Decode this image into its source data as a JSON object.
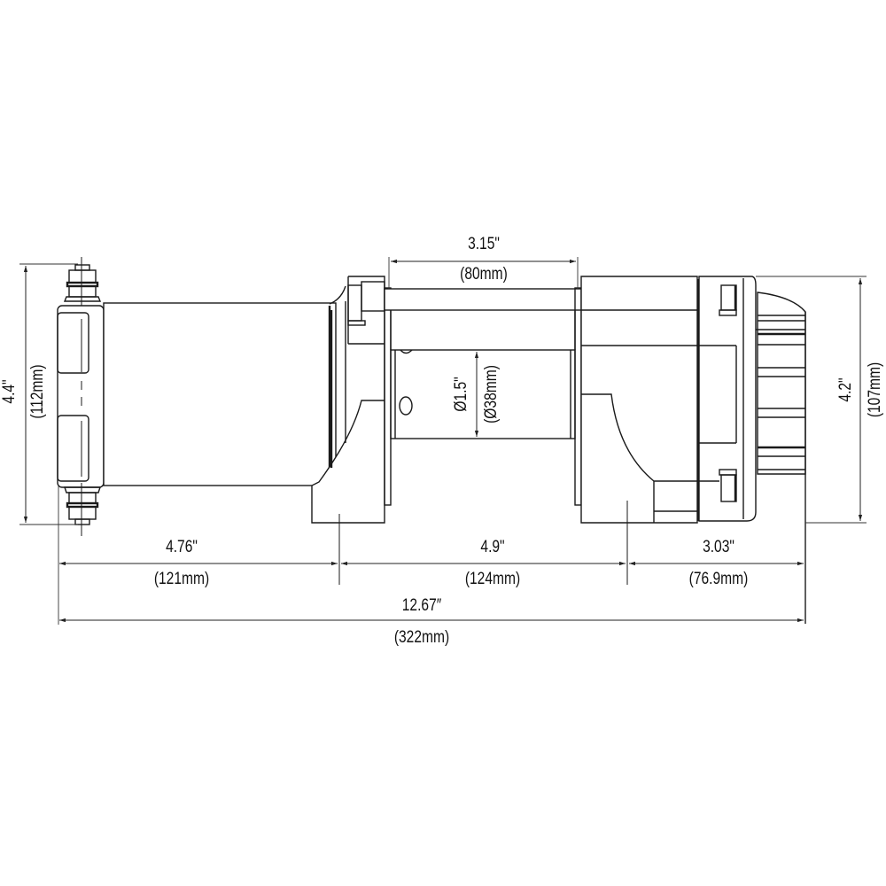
{
  "drawing": {
    "title": "Winch dimension drawing (side view)",
    "components": [
      "motor",
      "drum",
      "gearbox",
      "clutch-knob",
      "mounting-feet",
      "terminals",
      "tie-bar"
    ]
  },
  "dimensions": {
    "tie_bar_length": {
      "imperial": "3.15\"",
      "metric": "(80mm)"
    },
    "drum_diameter": {
      "imperial": "Ø1.5\"",
      "metric": "(Ø38mm)"
    },
    "motor_height": {
      "imperial": "4.4\"",
      "metric": "(112mm)"
    },
    "gearbox_height": {
      "imperial": "4.2\"",
      "metric": "(107mm)"
    },
    "motor_section": {
      "imperial": "4.76\"",
      "metric": "(121mm)"
    },
    "mount_spacing": {
      "imperial": "4.9\"",
      "metric": "(124mm)"
    },
    "gearbox_section": {
      "imperial": "3.03\"",
      "metric": "(76.9mm)"
    },
    "overall_length": {
      "imperial": "12.67″",
      "metric": "(322mm)"
    }
  },
  "colors": {
    "line": "#1a1a1a",
    "background": "#ffffff"
  }
}
